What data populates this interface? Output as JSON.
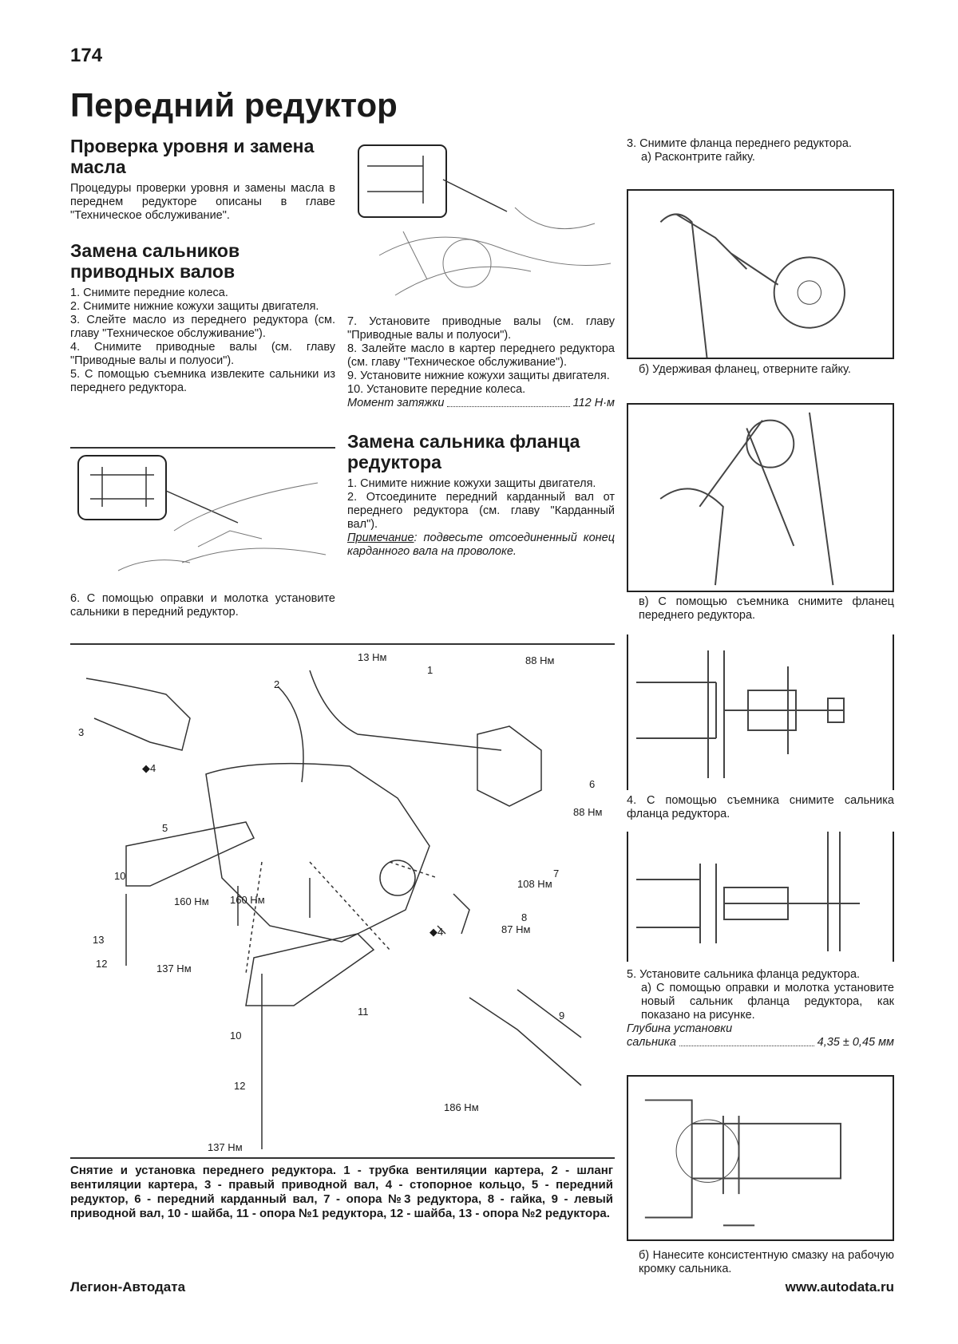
{
  "page_number": "174",
  "title": "Передний редуктор",
  "left": {
    "h_oil": "Проверка уровня и замена масла",
    "p_oil": "Процедуры проверки уровня и замены масла в переднем редукторе описаны в главе \"Техническое обслуживание\".",
    "h_seals": "Замена сальников приводных валов",
    "steps": [
      "1. Снимите передние колеса.",
      "2. Снимите нижние кожухи защиты двигателя.",
      "3. Слейте масло из переднего редуктора (см. главу \"Техническое обслуживание\").",
      "4. Снимите приводные валы (см. главу \"Приводные валы и полуоси\").",
      "5. С помощью съемника извлеките сальники из переднего редуктора."
    ],
    "step6": "6. С помощью оправки и молотка установите сальники в передний редуктор."
  },
  "middle": {
    "steps": [
      "7. Установите приводные валы (см. главу \"Приводные валы и полуоси\").",
      "8. Залейте масло в картер переднего редуктора (см. главу \"Техническое обслуживание\").",
      "9. Установите нижние кожухи защиты двигателя.",
      "10. Установите передние колеса."
    ],
    "torque_label": "Момент затяжки",
    "torque_value": "112 Н·м",
    "h_flange": "Замена сальника фланца редуктора",
    "fsteps": [
      "1. Снимите нижние кожухи защиты двигателя.",
      "2. Отсоедините передний карданный вал от переднего редуктора (см. главу \"Карданный вал\")."
    ],
    "note_label": "Примечание",
    "note_text": ": подвесьте отсоединенный конец карданного вала на проволоке."
  },
  "right": {
    "s3": "3. Снимите фланца переднего редуктора.",
    "s3a": "а) Расконтрите гайку.",
    "s3b": "б) Удерживая фланец, отверните гайку.",
    "s3c": "в) С помощью съемника снимите фланец переднего редуктора.",
    "s4": "4. С помощью съемника снимите сальника фланца редуктора.",
    "s5": "5. Установите сальника фланца редуктора.",
    "s5a": "а) С помощью оправки и молотка установите новый сальник фланца редуктора, как показано на рисунке.",
    "depth_label1": "Глубина установки",
    "depth_label2": "сальника",
    "depth_value": "4,35 ± 0,45 мм",
    "s5b": "б) Нанесите консистентную смазку на рабочую кромку сальника."
  },
  "diagram": {
    "labels": [
      "13 Нм",
      "88 Нм",
      "88 Нм",
      "108 Нм",
      "87 Нм",
      "160 Нм",
      "160 Нм",
      "137 Нм",
      "137 Нм",
      "186 Нм"
    ],
    "parts": [
      "1",
      "2",
      "3",
      "◆4",
      "5",
      "6",
      "7",
      "8",
      "9",
      "10",
      "11",
      "12",
      "13",
      "◆4",
      "10",
      "12"
    ]
  },
  "caption": "Снятие и установка переднего редуктора. 1 - трубка вентиляции картера, 2 - шланг вентиляции картера, 3 - правый приводной вал, 4 - стопорное кольцо, 5 - передний редуктор, 6 - передний карданный вал, 7 - опора №3 редуктора, 8 - гайка, 9 - левый приводной вал, 10 - шайба, 11 - опора №1 редуктора, 12 - шайба, 13 - опора №2 редуктора.",
  "footer": {
    "publisher": "Легион-Автодата",
    "url": "www.autodata.ru"
  }
}
